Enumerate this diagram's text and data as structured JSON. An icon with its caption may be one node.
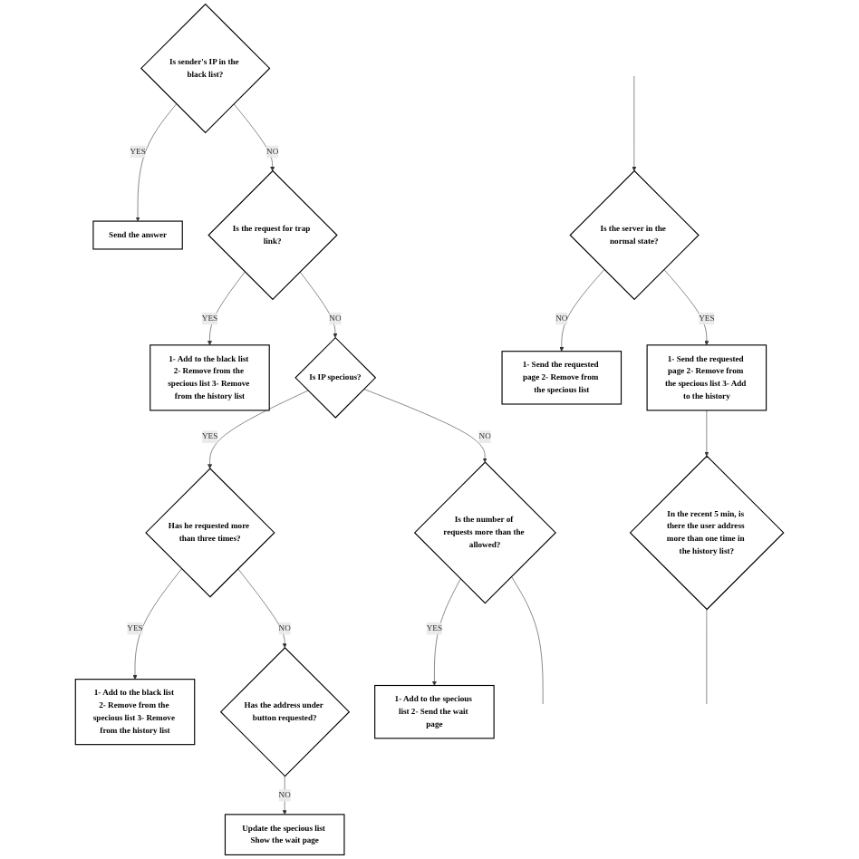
{
  "diagram": {
    "nodes": [
      {
        "text": [
          "Is sender's IP in the black list?"
        ]
      },
      {
        "text": [
          "Send the answer"
        ]
      },
      {
        "text": [
          "Is the request for trap link?"
        ]
      },
      {
        "text": [
          "1- Add to the black list 2- Remove from the specious list 3- Remove from the history list"
        ]
      },
      {
        "text": [
          "Is IP specious?"
        ]
      },
      {
        "text": [
          "Has he requested more than three times?"
        ]
      },
      {
        "text": [
          "1- Add to the black list 2- Remove from the specious list 3- Remove from the history list"
        ]
      },
      {
        "text": [
          "Has the address under button requested?"
        ]
      },
      {
        "text": [
          "Update the specious list Show the wait page"
        ]
      },
      {
        "text": [
          "Is the number of requests more than the allowed?"
        ]
      },
      {
        "text": [
          "1- Add to the specious list 2- Send the wait page"
        ]
      },
      {
        "text": [
          "Is the server in the normal state?"
        ]
      },
      {
        "text": [
          "1- Send the requested page 2- Remove from the specious list"
        ]
      },
      {
        "text": [
          "1- Send the requested page 2- Remove from the specious list 3- Add to the history"
        ]
      },
      {
        "text": [
          "In the recent 5 min, is there the user address more than one time in the history list?"
        ]
      }
    ],
    "edges": [
      {
        "from": 0,
        "to": 1,
        "arrow": "to",
        "label": "YES"
      },
      {
        "from": 0,
        "to": 2,
        "arrow": "to",
        "label": "NO"
      },
      {
        "from": 2,
        "to": 3,
        "arrow": "to",
        "label": "YES"
      },
      {
        "from": 2,
        "to": 4,
        "arrow": "to",
        "label": "NO"
      },
      {
        "from": 4,
        "to": 5,
        "arrow": "to",
        "label": "YES"
      },
      {
        "from": 4,
        "to": 9,
        "arrow": "to",
        "label": "NO"
      },
      {
        "from": 5,
        "to": 6,
        "arrow": "to",
        "label": "YES"
      },
      {
        "from": 5,
        "to": 7,
        "arrow": "to",
        "label": "NO"
      },
      {
        "from": 7,
        "to": 8,
        "arrow": "to",
        "label": "NO"
      },
      {
        "from": 9,
        "to": 10,
        "arrow": "to",
        "label": "YES"
      },
      {
        "from": 9,
        "to": null,
        "arrow": "none"
      },
      {
        "from": null,
        "to": 11,
        "arrow": "to"
      },
      {
        "from": 11,
        "to": 12,
        "arrow": "to",
        "label": "NO"
      },
      {
        "from": 11,
        "to": 13,
        "arrow": "to",
        "label": "YES"
      },
      {
        "from": 13,
        "to": 14,
        "arrow": "to"
      },
      {
        "from": 14,
        "to": null,
        "arrow": "none"
      }
    ]
  }
}
